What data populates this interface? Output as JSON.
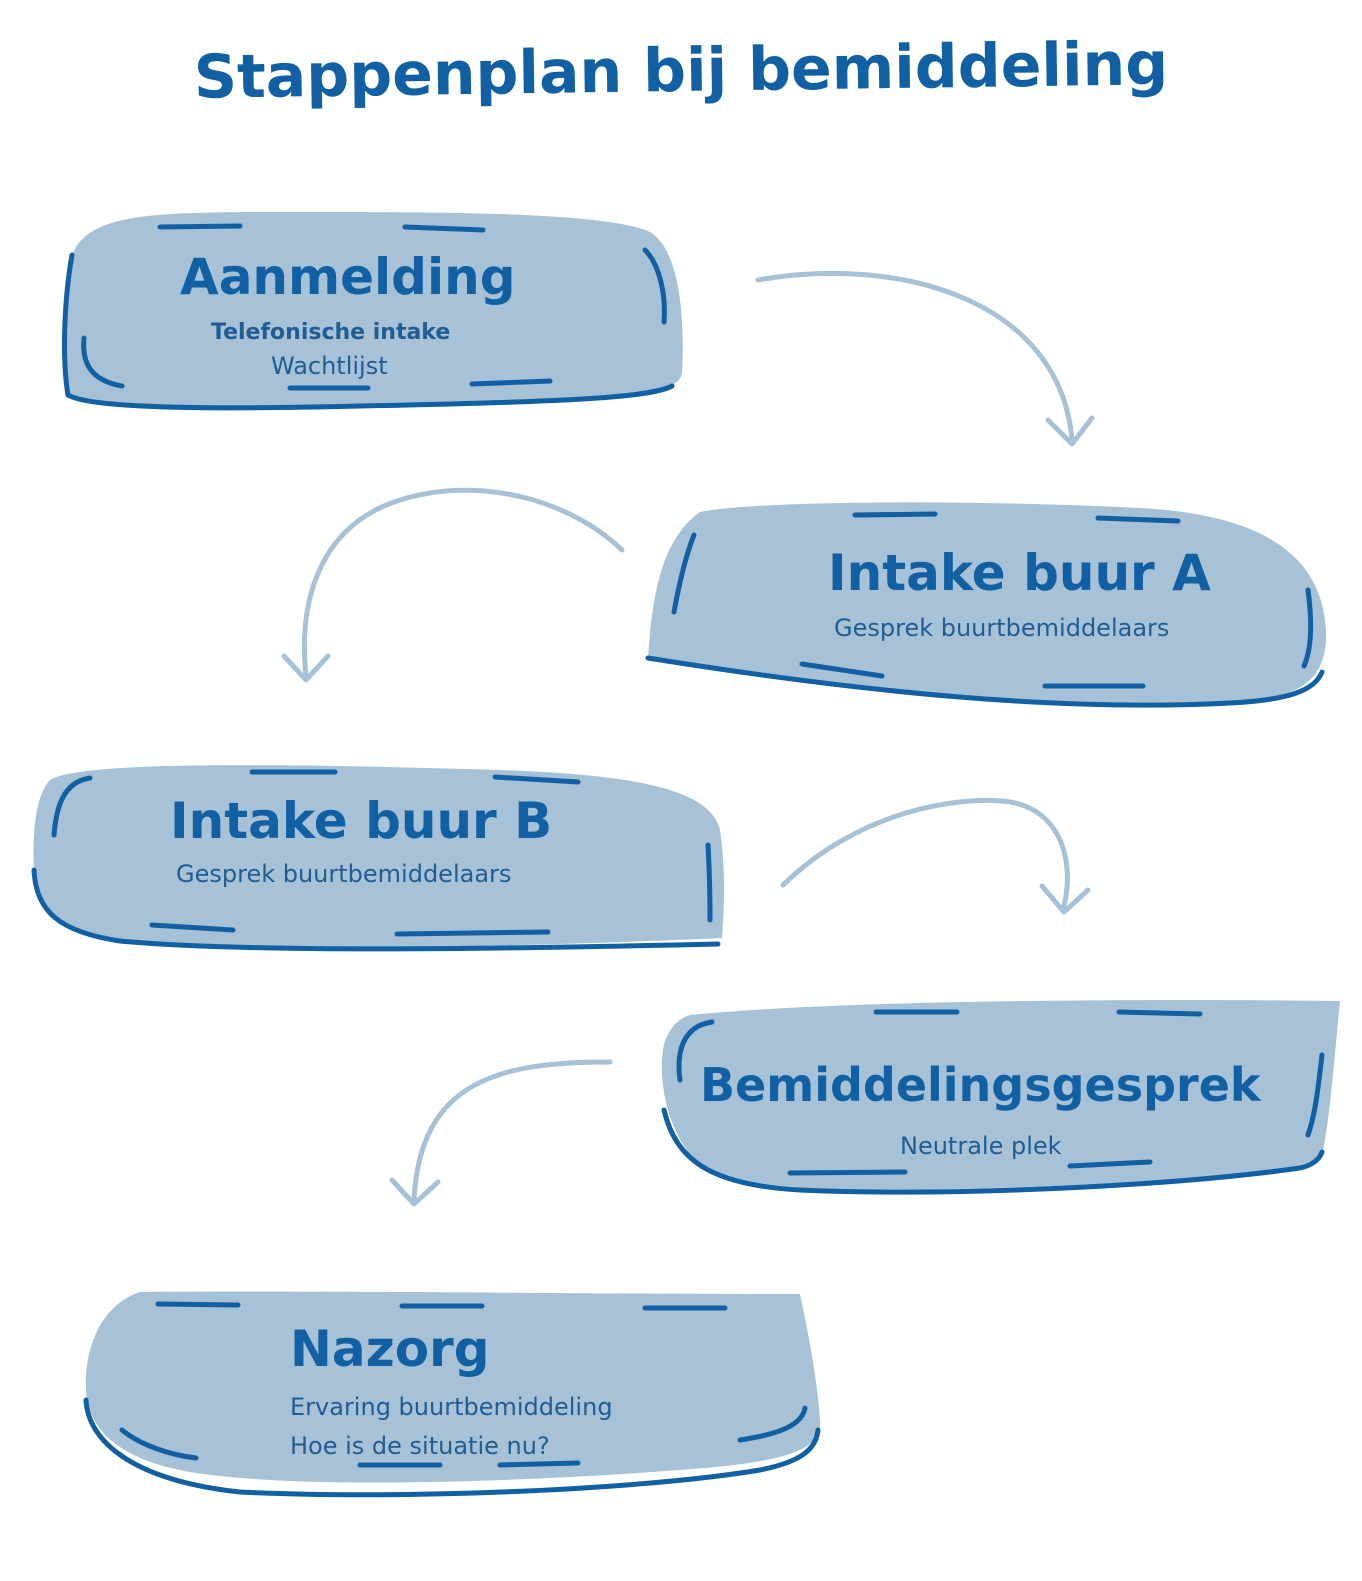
{
  "title": "Stappenplan bij bemiddeling",
  "steps": [
    {
      "heading": "Aanmelding",
      "line1": "Telefonische intake",
      "line2": "Wachtlijst"
    },
    {
      "heading": "Intake buur A",
      "line1": "Gesprek buurtbemiddelaars"
    },
    {
      "heading": "Intake buur B",
      "line1": "Gesprek buurtbemiddelaars"
    },
    {
      "heading": "Bemiddelingsgesprek",
      "line1": "Neutrale plek"
    },
    {
      "heading": "Nazorg",
      "line1": "Ervaring buurtbemiddeling",
      "line2": "Hoe is de situatie nu?"
    }
  ],
  "colors": {
    "fill": "#a7c1d6",
    "stroke": "#1160a3",
    "arrow": "#a7c1d6",
    "text": "#1160a3"
  }
}
